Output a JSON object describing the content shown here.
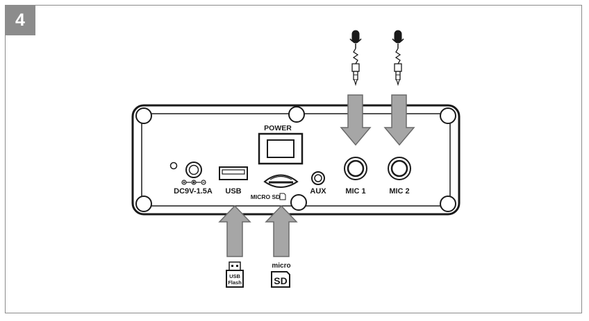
{
  "step_number": "4",
  "labels": {
    "power": "POWER",
    "dc": "DC9V-1.5A",
    "usb": "USB",
    "micro_sd": "MICRO SD",
    "aux": "AUX",
    "mic1": "MIC 1",
    "mic2": "MIC 2"
  },
  "usb_flash_icon": {
    "line1": "USB",
    "line2": "Flash"
  },
  "micro_sd_icon": {
    "top": "micro",
    "main": "SD"
  },
  "colors": {
    "badge": "#8c8c8c",
    "arrow_fill": "#a6a6a6",
    "arrow_stroke": "#6a6a6a",
    "frame": "#8a8a8a"
  }
}
